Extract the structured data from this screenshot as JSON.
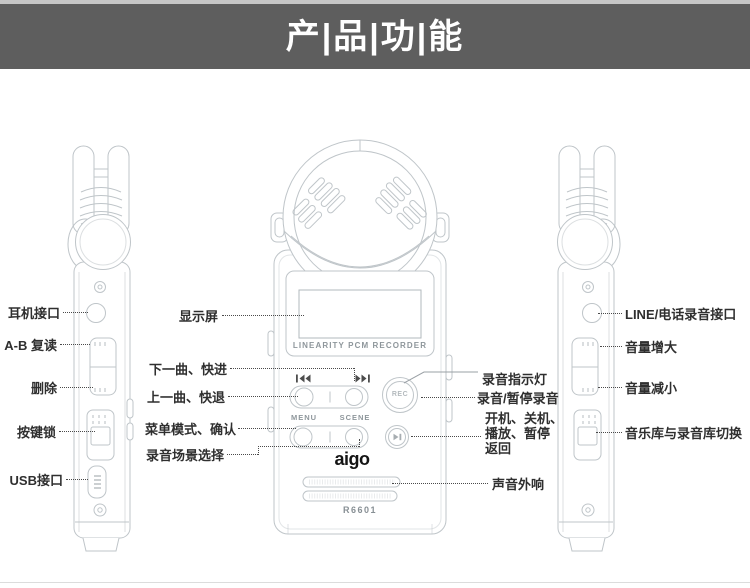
{
  "header": {
    "title": "产|品|功|能"
  },
  "device": {
    "brand": "aigo",
    "model": "R6601",
    "screen_caption": "LINEARITY PCM RECORDER",
    "button_labels": {
      "menu": "MENU",
      "scene": "SCENE",
      "rec": "REC"
    }
  },
  "callouts": {
    "left": {
      "headphone_jack": "耳机接口",
      "ab_repeat": "A-B 复读",
      "delete": "删除",
      "key_lock": "按键锁",
      "usb_port": "USB接口"
    },
    "center": {
      "display": "显示屏",
      "next_ff": "下一曲、快进",
      "prev_rew": "上一曲、快退",
      "menu_confirm": "菜单模式、确认",
      "rec_scene": "录音场景选择"
    },
    "center_right": {
      "rec_indicator": "录音指示灯",
      "rec_pause": "录音/暂停录音",
      "power_play": "开机、关机、\n播放、暂停\n返回",
      "speaker": "声音外响"
    },
    "right": {
      "line_jack": "LINE/电话录音接口",
      "vol_up": "音量增大",
      "vol_down": "音量减小",
      "library_switch": "音乐库与录音库切换"
    }
  },
  "icons": {
    "prev_track": "prev-track-icon",
    "next_track": "next-track-icon",
    "play_pause": "play-pause-icon",
    "rec_button": "rec-button",
    "mic_grille": "stereo-mic-grille"
  },
  "colors": {
    "header_bg": "#5e5e5e",
    "top_strip": "#c6c6c6",
    "outline": "#bfc5c9",
    "label_text": "#2f2f2f",
    "leader": "#4a4a4a"
  }
}
